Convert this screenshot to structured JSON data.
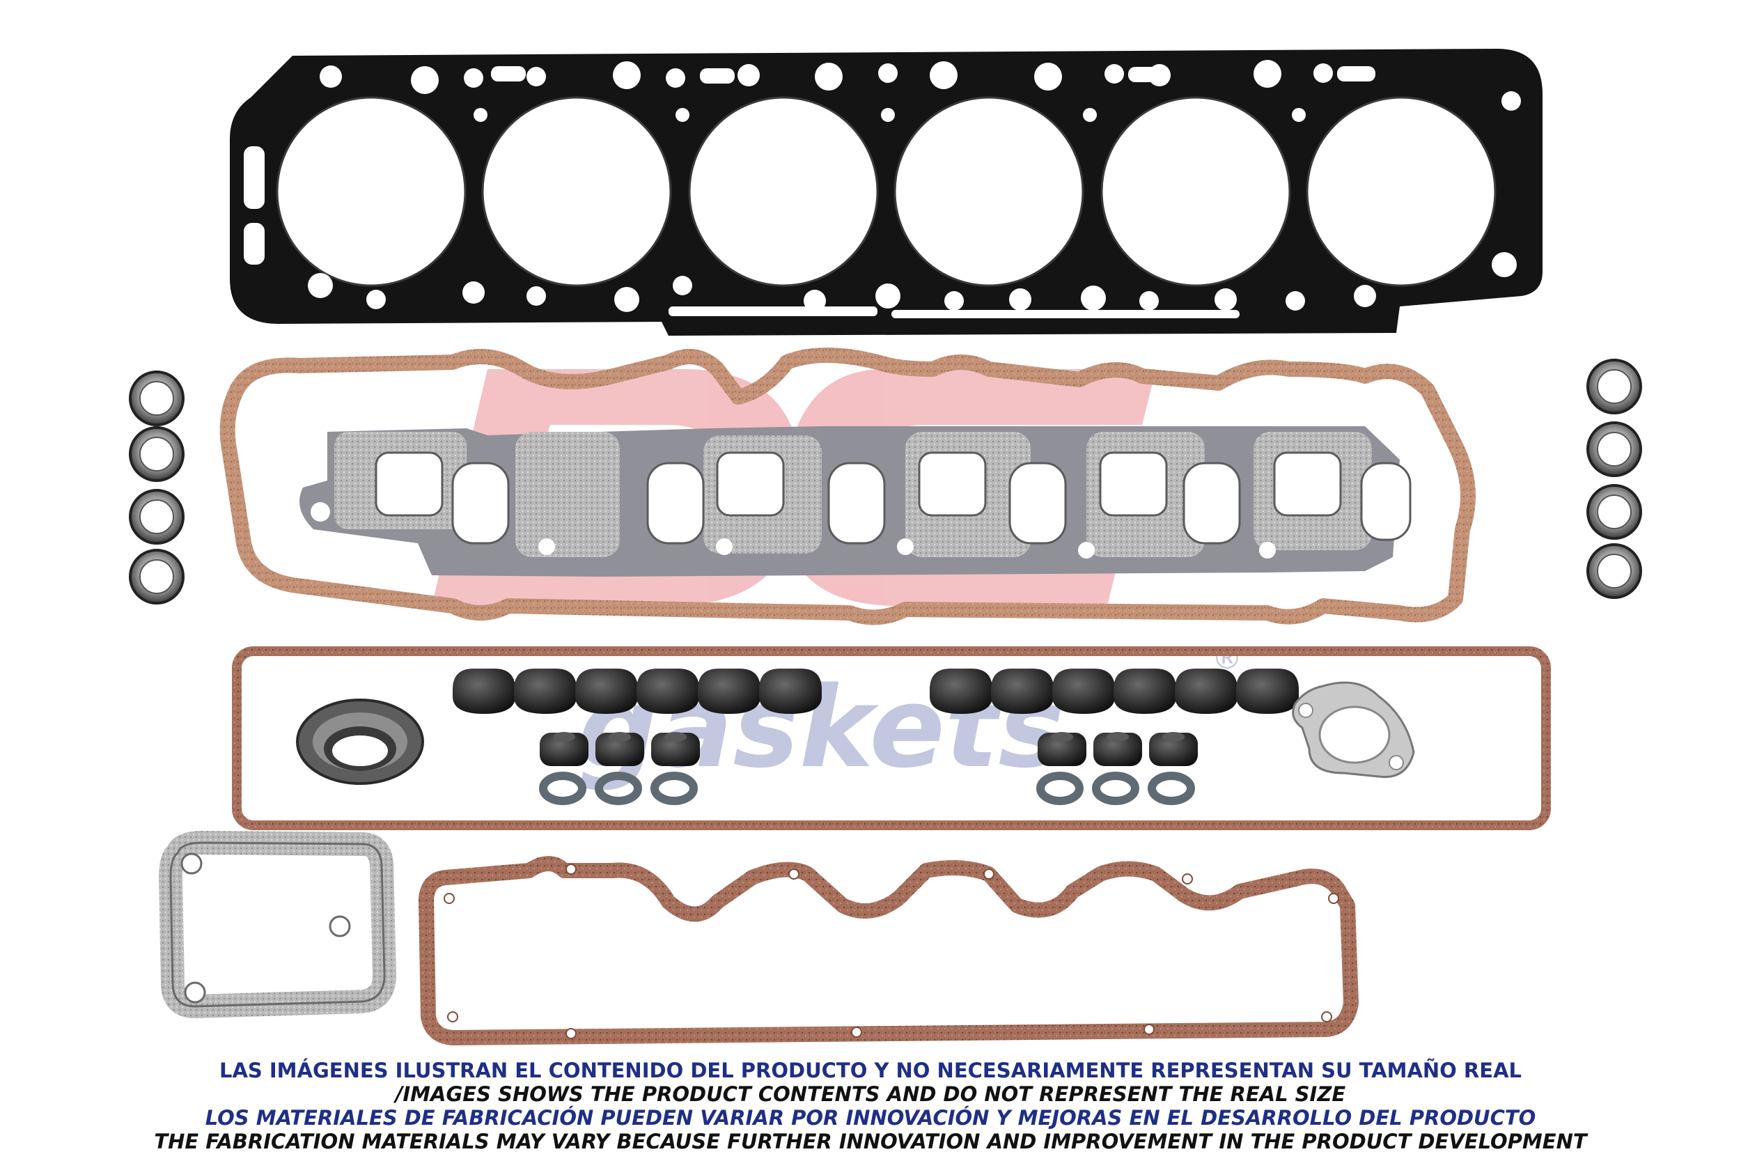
{
  "watermark": {
    "logo_letters": "DG",
    "brand": "gaskets",
    "registered_mark": "®",
    "red": "#d8202a",
    "blue": "#2b3a8e"
  },
  "colors": {
    "head_gasket": "#111111",
    "cork": "#c9977a",
    "cork_dark": "#8a5a45",
    "steel": "#a8a8a8",
    "rubber": "#2a2a2a",
    "disclaimer_blue": "#1f2f86"
  },
  "components": {
    "head_gasket": {
      "cylinder_bores": 6
    },
    "valve_cover_gasket_upper": {},
    "exhaust_manifold_gasket": {
      "ports": 6
    },
    "left_o_rings": {
      "count": 4
    },
    "right_o_rings": {
      "count": 4
    },
    "rocker_cover_frame_gasket": {},
    "valve_stem_seals_left": {
      "count": 6
    },
    "valve_stem_seals_right": {
      "count": 6
    },
    "small_seals_left": {
      "count": 3
    },
    "small_seals_right": {
      "count": 3
    },
    "flat_rings_left": {
      "count": 3
    },
    "flat_rings_right": {
      "count": 3
    },
    "exhaust_donut_seal": {},
    "thermostat_gasket": {},
    "side_cover_gasket": {},
    "valve_cover_gasket_lower": {}
  },
  "disclaimer": {
    "line1": "LAS IMÁGENES ILUSTRAN EL CONTENIDO DEL PRODUCTO Y NO NECESARIAMENTE REPRESENTAN SU TAMAÑO REAL",
    "line2": "/IMAGES SHOWS THE PRODUCT CONTENTS AND DO NOT REPRESENT THE REAL SIZE",
    "line3": "LOS MATERIALES DE FABRICACIÓN PUEDEN VARIAR POR INNOVACIÓN Y MEJORAS EN EL DESARROLLO DEL PRODUCTO",
    "line4": "THE FABRICATION MATERIALS MAY VARY BECAUSE FURTHER INNOVATION AND IMPROVEMENT IN THE PRODUCT DEVELOPMENT"
  }
}
